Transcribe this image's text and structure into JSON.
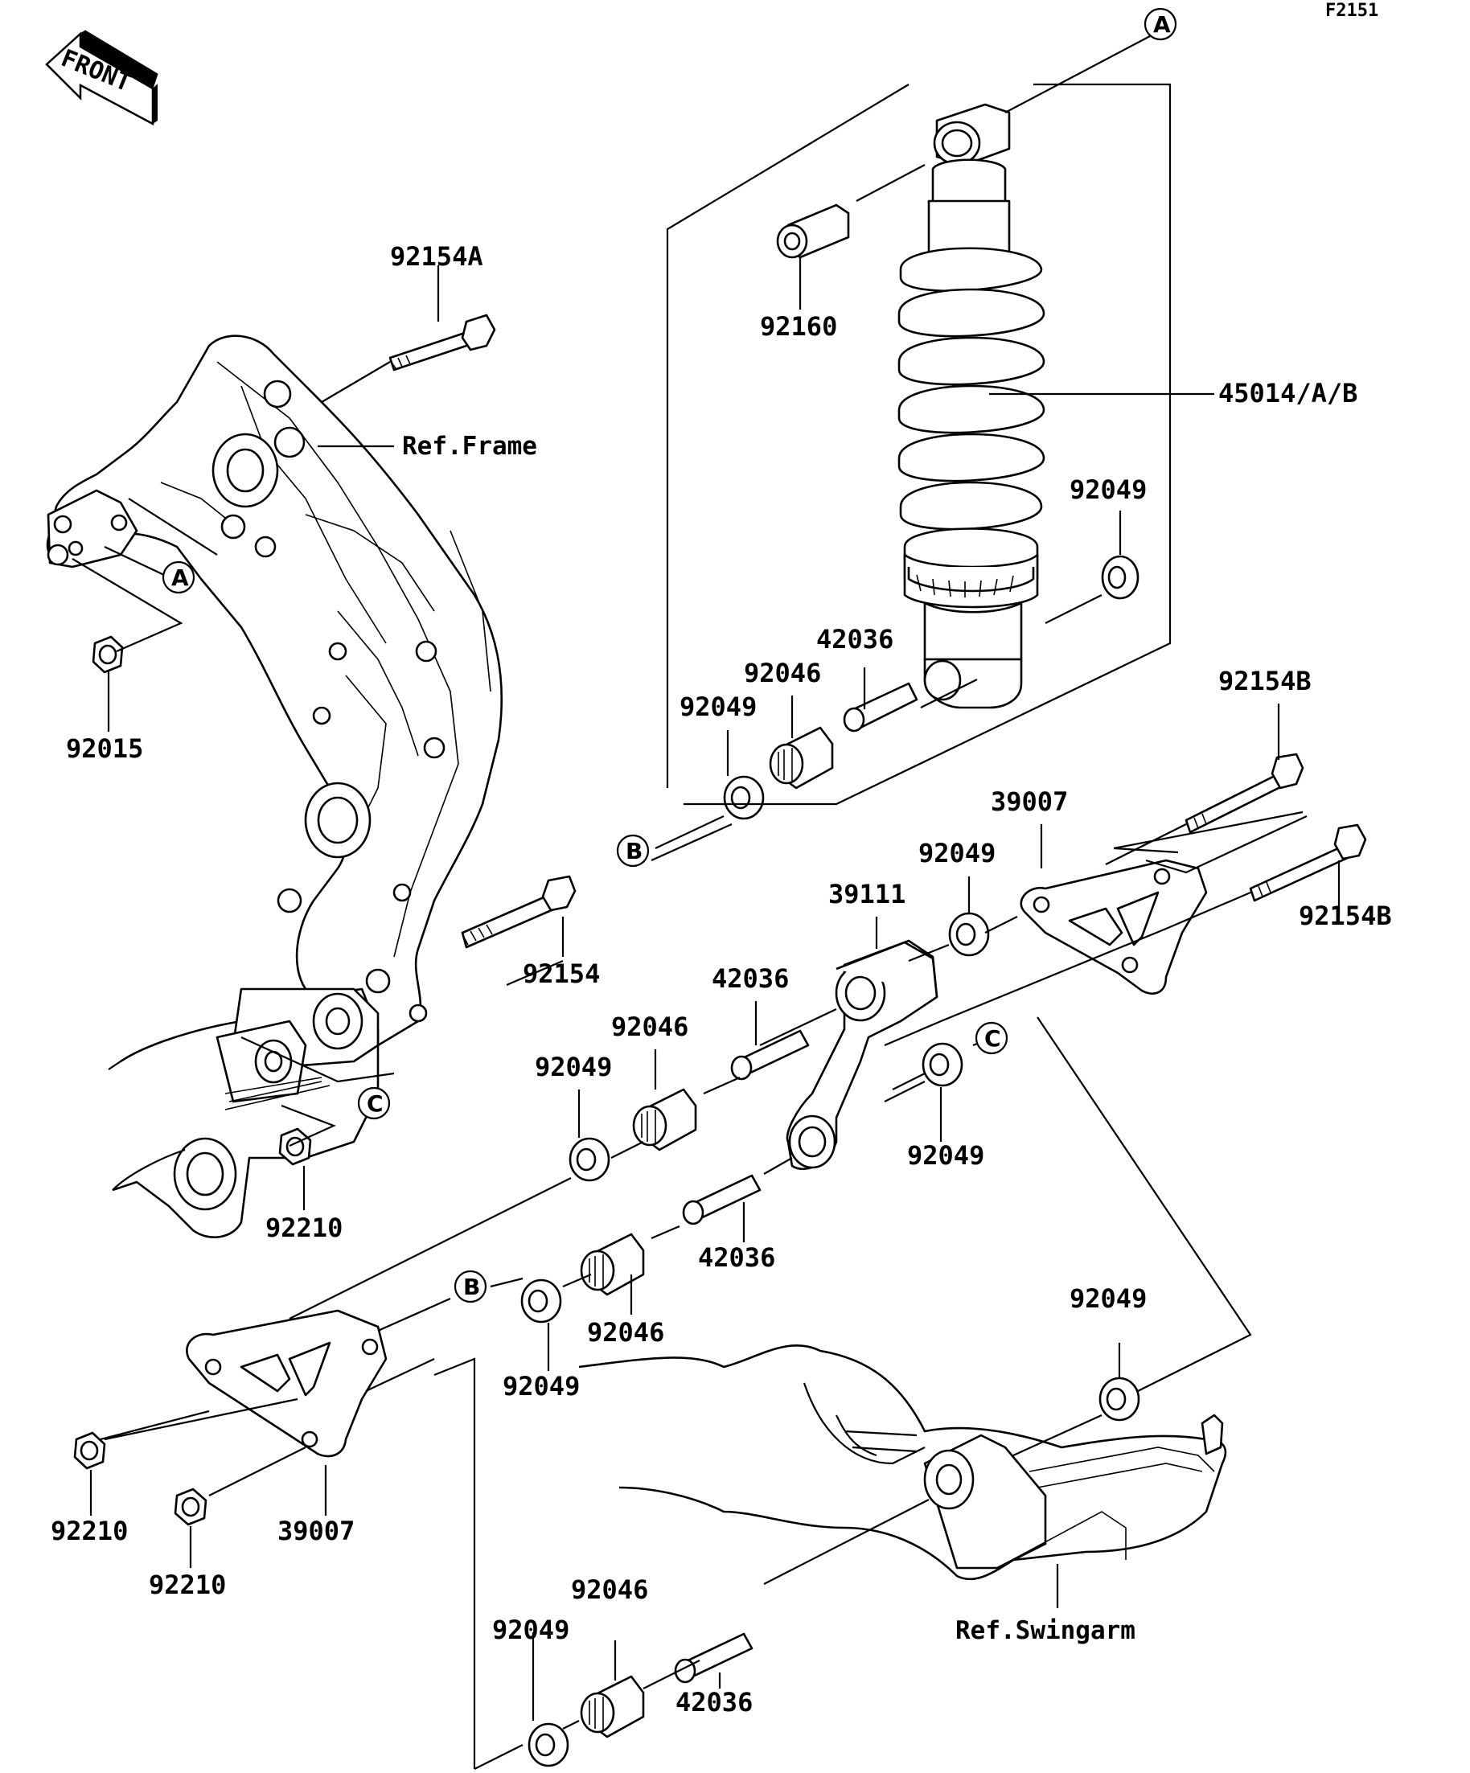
{
  "figure_code": "F2151",
  "front_label": "FRONT",
  "callouts": {
    "p92154A": "92154A",
    "ref_frame": "Ref.Frame",
    "p92015": "92015",
    "p92154": "92154",
    "p92210_upper": "92210",
    "p92160": "92160",
    "p45014": "45014/A/B",
    "p92049_shock": "92049",
    "p42036_shock": "42036",
    "p92046_shock": "92046",
    "p92049_shock_left": "92049",
    "p92154B_upper": "92154B",
    "p39007_right": "39007",
    "p92049_rod_top": "92049",
    "p39111": "39111",
    "p92154B_lower": "92154B",
    "p42036_mid": "42036",
    "p92046_mid": "92046",
    "p92049_mid": "92049",
    "p92049_rod_right": "92049",
    "p42036_rod_low": "42036",
    "p92046_rod_low": "92046",
    "p92049_rod_low": "92049",
    "p92049_swing": "92049",
    "p92210_lower_a": "92210",
    "p39007_left": "39007",
    "p92210_lower_b": "92210",
    "ref_swingarm": "Ref.Swingarm",
    "p92046_bottom": "92046",
    "p92049_bottom": "92049",
    "p42036_bottom": "42036"
  },
  "reference_markers": {
    "a_top": "A",
    "a_frame": "A",
    "b_shock": "B",
    "b_mid": "B",
    "c_rod": "C",
    "c_frame": "C"
  },
  "colors": {
    "line": "#000000",
    "background": "#ffffff"
  },
  "icons": [
    "front-arrow-icon"
  ]
}
